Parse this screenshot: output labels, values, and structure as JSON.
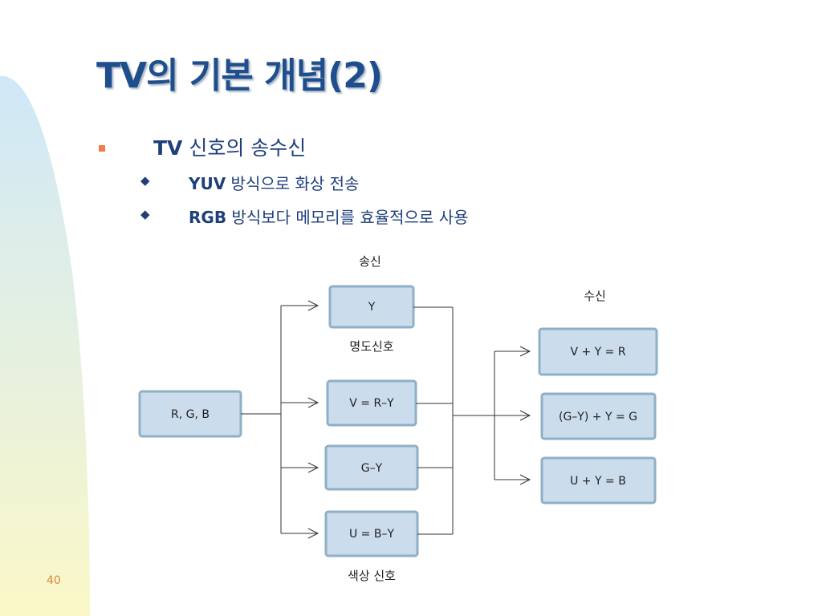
{
  "title": "TV의 기본 개념(2)",
  "bullets": {
    "main": {
      "bold": "TV",
      "text": " 신호의 송수신"
    },
    "sub": [
      {
        "bold": "YUV",
        "text": " 방식으로 화상 전송"
      },
      {
        "bold": "RGB",
        "text": " 방식보다 메모리를 효율적으로 사용"
      }
    ]
  },
  "diagram": {
    "send_label": "송신",
    "receive_label": "수신",
    "source": "R, G, B",
    "luminance": {
      "box": "Y",
      "caption": "명도신호"
    },
    "chroma_boxes": [
      "V = R–Y",
      "G–Y",
      "U = B–Y"
    ],
    "chroma_caption": "색상 신호",
    "outputs": [
      "V + Y = R",
      "(G–Y) + Y = G",
      "U + Y = B"
    ]
  },
  "page_number": "40",
  "colors": {
    "title": "#1f4e8c",
    "bullet_square": "#f07c4a",
    "box_fill": "#cbdcec",
    "box_border": "#8fb0c6",
    "page_number": "#d68a3a"
  }
}
